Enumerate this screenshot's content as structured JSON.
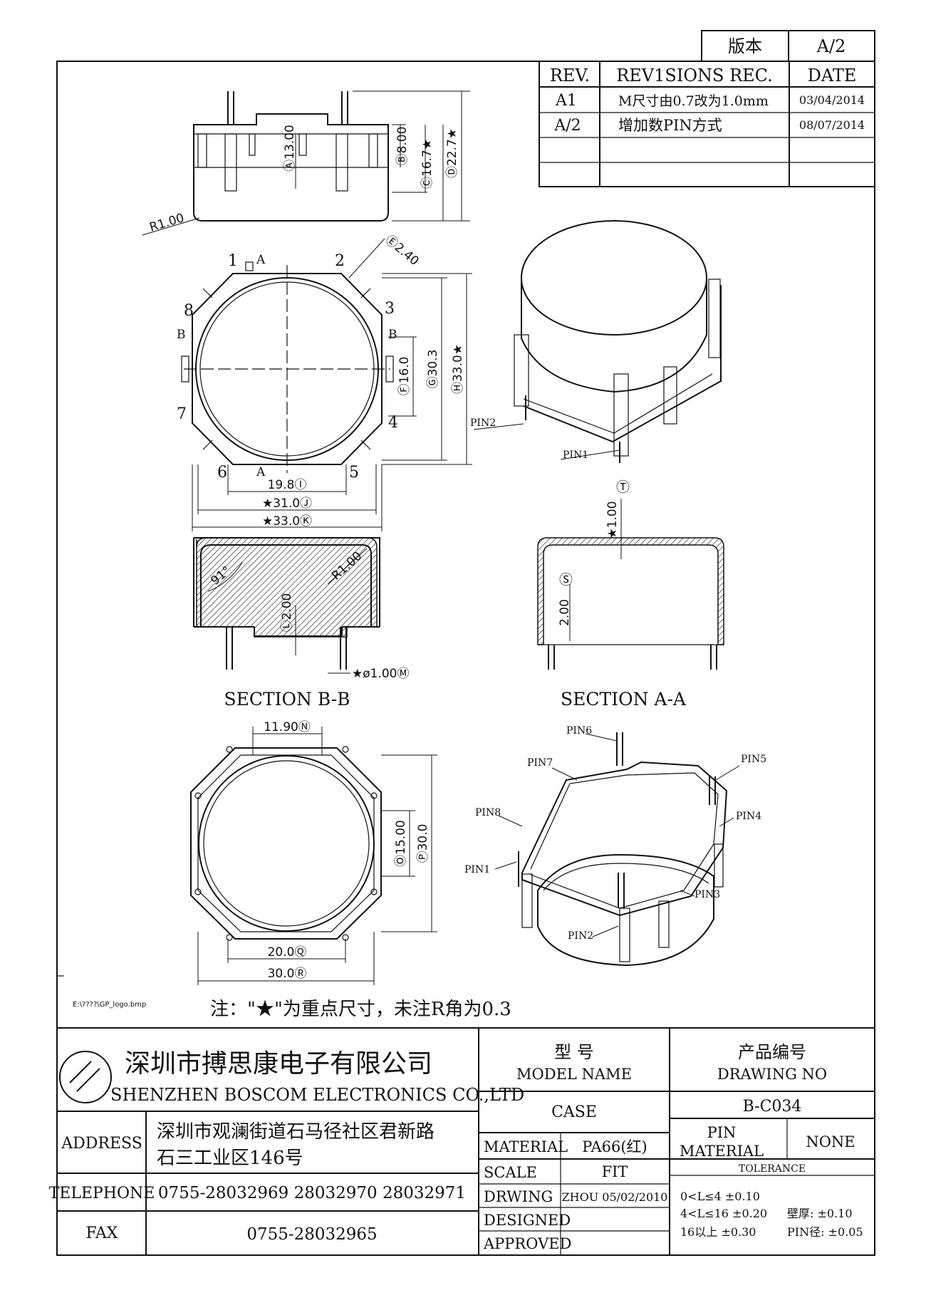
{
  "version_box": {
    "label": "版本",
    "value": "A/2"
  },
  "revisions": {
    "headers": {
      "rev": "REV.",
      "rec": "REV1SIONS REC.",
      "date": "DATE"
    },
    "rows": [
      {
        "rev": "A1",
        "rec": "M尺寸由0.7改为1.0mm",
        "date": "03/04/2014"
      },
      {
        "rev": "A/2",
        "rec": "增加数PIN方式",
        "date": "08/07/2014"
      }
    ]
  },
  "dims": {
    "a": "Ⓐ13.00",
    "b": "Ⓑ8.00",
    "c": "Ⓒ16.7★",
    "d": "Ⓓ22.7★",
    "r1": "R1.00",
    "e": "Ⓔ2.40",
    "f": "Ⓕ16.0",
    "g": "Ⓖ30.3",
    "h": "Ⓗ33.0★",
    "i": "19.8Ⓘ",
    "j": "★31.0Ⓙ",
    "k": "★33.0Ⓚ",
    "t": "Ⓣ",
    "t_val": "★1.00",
    "s": "Ⓢ",
    "s_val": "2.00",
    "l": "Ⓛ2.00",
    "angle": "91°",
    "r_inner": "R1.00",
    "m": "★ø1.00Ⓜ",
    "n": "11.90Ⓝ",
    "o": "Ⓞ15.00",
    "p": "Ⓟ30.0",
    "q": "20.0Ⓠ",
    "r": "30.0Ⓡ"
  },
  "pin_numbers": [
    "1",
    "2",
    "3",
    "4",
    "5",
    "6",
    "7",
    "8"
  ],
  "section_markers": {
    "a": "A",
    "b": "B"
  },
  "pin_labels": [
    "PIN1",
    "PIN2",
    "PIN3",
    "PIN4",
    "PIN5",
    "PIN6",
    "PIN7",
    "PIN8"
  ],
  "sections": {
    "bb": "SECTION B-B",
    "aa": "SECTION A-A"
  },
  "logo_path": "E:\\????\\GP_logo.bmp",
  "note": "注：\"★\"为重点尺寸，未注R角为0.3",
  "company": {
    "name_cn": "深圳市搏思康电子有限公司",
    "name_en": "SHENZHEN BOSCOM ELECTRONICS CO.,LTD"
  },
  "address": {
    "label": "ADDRESS",
    "line1": "深圳市观澜街道石马径社区君新路",
    "line2": "石三工业区146号"
  },
  "telephone": {
    "label": "TELEPHONE",
    "value": "0755-28032969 28032970 28032971"
  },
  "fax": {
    "label": "FAX",
    "value": "0755-28032965"
  },
  "model": {
    "label_cn": "型      号",
    "label_en": "MODEL NAME",
    "value": "CASE"
  },
  "drawing": {
    "label_cn": "产品编号",
    "label_en": "DRAWING NO",
    "value": "B-C034"
  },
  "material": {
    "label": "MATERIAL",
    "value": "PA66(红)"
  },
  "pin_material": {
    "label1": "PIN",
    "label2": "MATERIAL",
    "value": "NONE"
  },
  "scale": {
    "label": "SCALE",
    "value": "FIT"
  },
  "drwing": {
    "label": "DRWING",
    "value": "ZHOU 05/02/2010"
  },
  "designed": {
    "label": "DESIGNED"
  },
  "approved": {
    "label": "APPROVED"
  },
  "tolerance": {
    "title": "TOLERANCE",
    "r1": "0<L≤4  ±0.10",
    "r2": "4<L≤16  ±0.20",
    "r3": "16以上     ±0.30",
    "wall": "壁厚:    ±0.10",
    "pin": "PIN径:  ±0.05"
  }
}
